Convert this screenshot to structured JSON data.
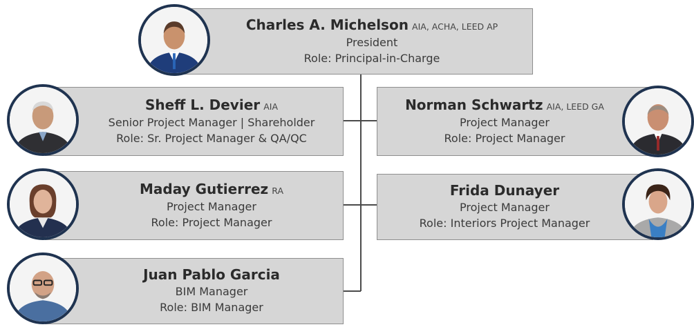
{
  "people": [
    {
      "name": "Charles A. Michelson",
      "credentials": "AIA, ACHA, LEED AP",
      "title": "President",
      "role": "Role: Principal-in-Charge"
    },
    {
      "name": "Sheff L. Devier",
      "credentials": "AIA",
      "title": "Senior Project Manager | Shareholder",
      "role": "Role: Sr. Project Manager & QA/QC"
    },
    {
      "name": "Norman Schwartz",
      "credentials": "AIA, LEED GA",
      "title": "Project Manager",
      "role": "Role: Project Manager"
    },
    {
      "name": "Maday Gutierrez",
      "credentials": "RA",
      "title": "Project Manager",
      "role": "Role: Project Manager"
    },
    {
      "name": "Frida Dunayer",
      "credentials": "",
      "title": "Project Manager",
      "role": "Role: Interiors Project Manager"
    },
    {
      "name": "Juan Pablo Garcia",
      "credentials": "",
      "title": "BIM Manager",
      "role": "Role: BIM Manager"
    }
  ],
  "colors": {
    "box": "#d6d6d6",
    "box_border": "#8e8e8e",
    "photo_ring": "#1f3350",
    "connector": "#4a4a4a"
  }
}
